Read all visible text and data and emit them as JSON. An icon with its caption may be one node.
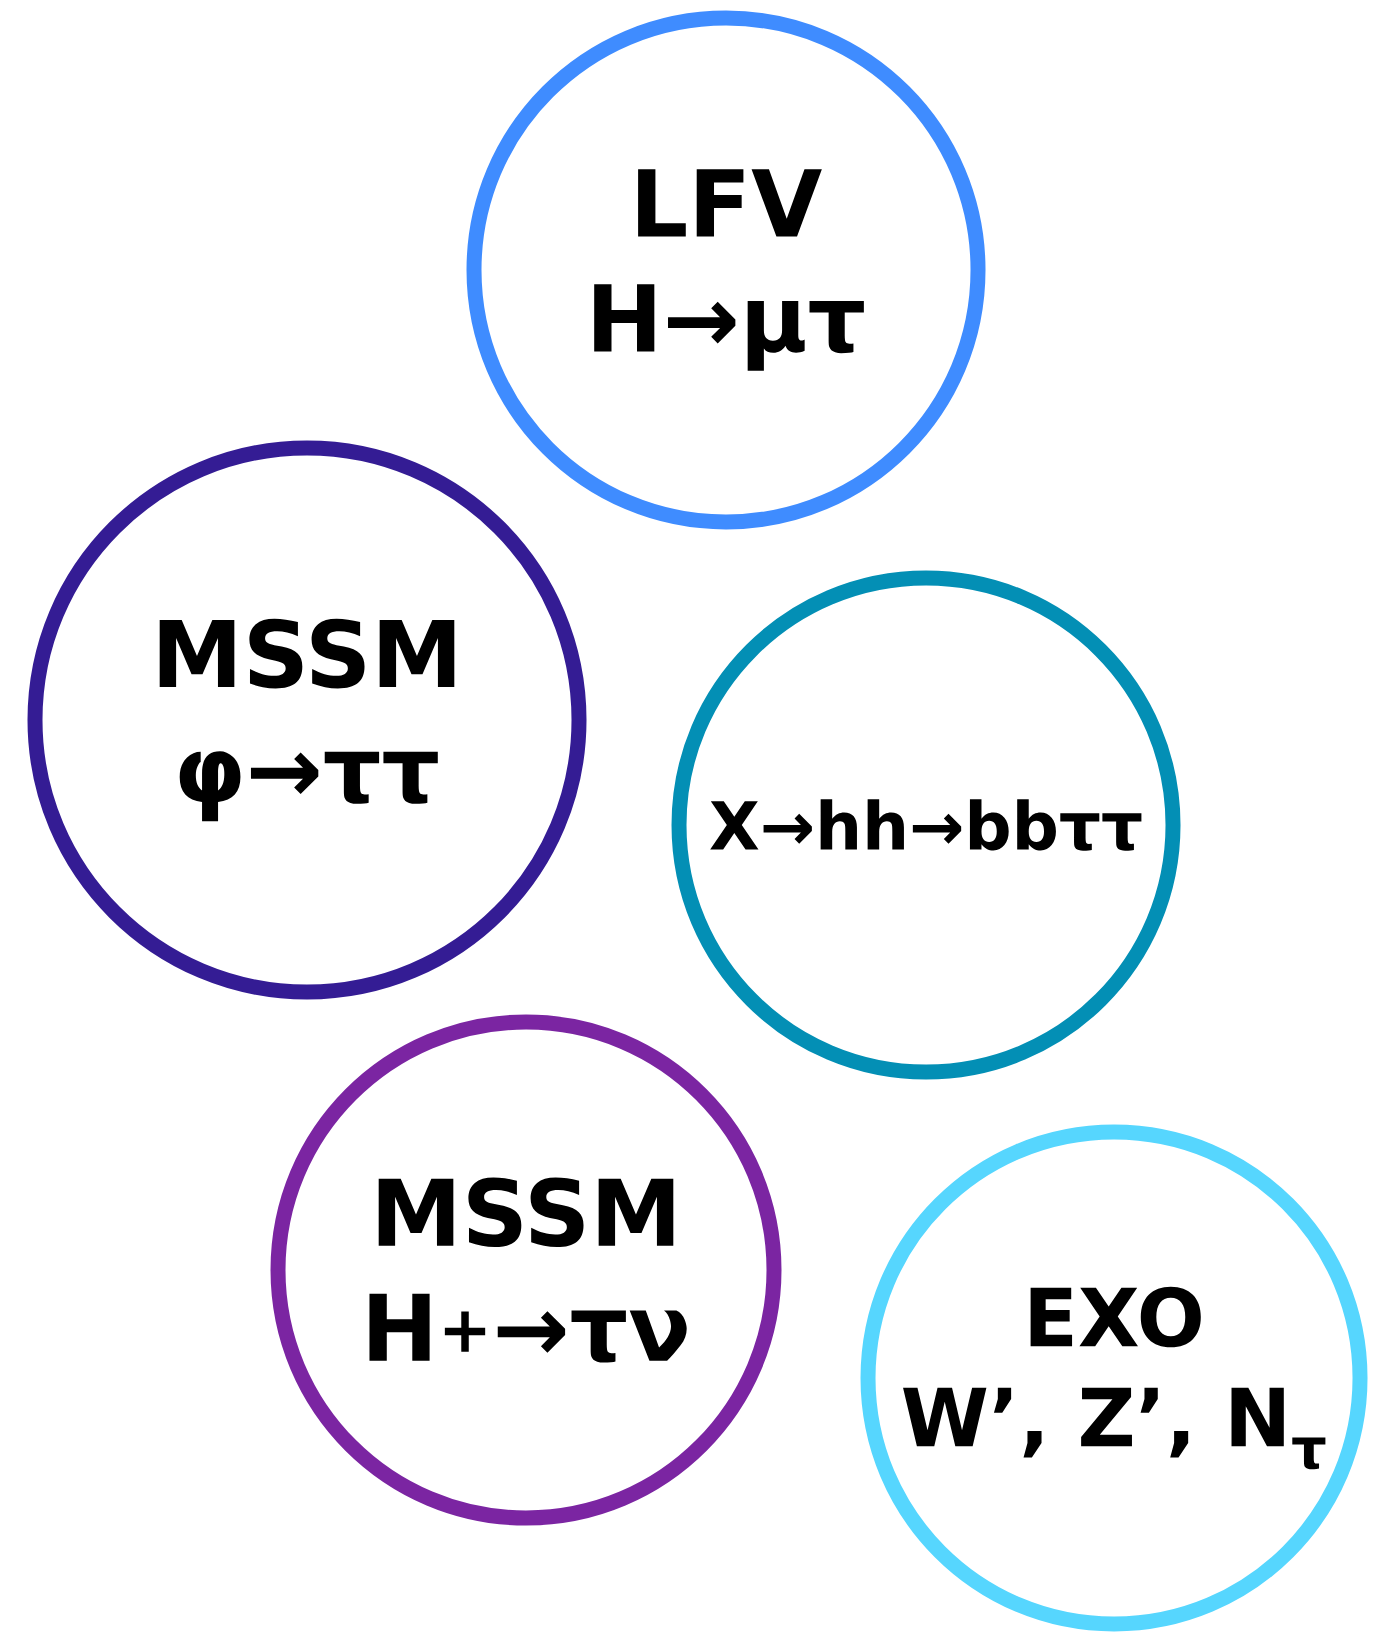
{
  "diagram": {
    "nodes": [
      {
        "text": [
          "LFV",
          "H→μτ"
        ]
      },
      {
        "text": [
          "MSSM",
          "φ→ττ"
        ]
      },
      {
        "text": [
          "X→hh→bbττ"
        ]
      },
      {
        "text": [
          "MSSM",
          "H$^{+}$→τν"
        ]
      },
      {
        "text": [
          "EXO",
          "W’, Z’, N$_{τ}$"
        ]
      }
    ]
  }
}
